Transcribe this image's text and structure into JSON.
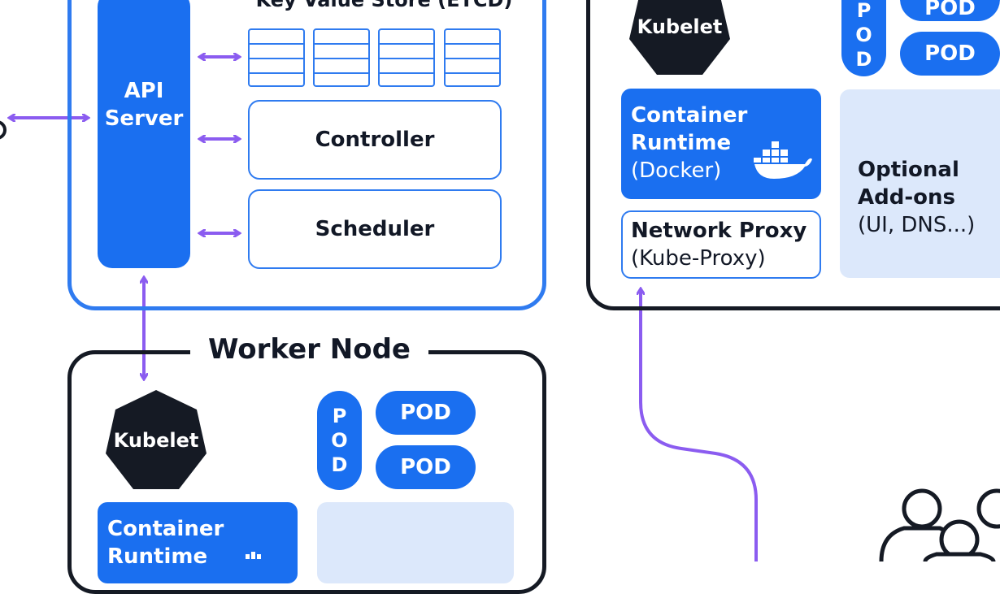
{
  "master": {
    "etcd_label": "Key Value Store (ETCD)",
    "api_line1": "API",
    "api_line2": "Server",
    "controller": "Controller",
    "scheduler": "Scheduler"
  },
  "worker_left": {
    "title": "Worker Node",
    "kubelet": "Kubelet",
    "pod_letters": [
      "P",
      "O",
      "D"
    ],
    "pods": [
      "POD",
      "POD"
    ],
    "runtime_line1": "Container",
    "runtime_line2": "Runtime"
  },
  "worker_right": {
    "kubelet": "Kubelet",
    "pod_letters": [
      "P",
      "O",
      "D"
    ],
    "pods": [
      "POD",
      "POD"
    ],
    "runtime_line1": "Container",
    "runtime_line2": "Runtime",
    "runtime_sub": "(Docker)",
    "proxy_title": "Network Proxy",
    "proxy_sub": "(Kube-Proxy)",
    "addons_line1": "Optional",
    "addons_line2": "Add-ons",
    "addons_sub": "(UI, DNS...)"
  },
  "colors": {
    "blue": "#1a6ff0",
    "purple": "#8b5cf0",
    "dark": "#151a24",
    "light_blue": "#dce8fb"
  }
}
